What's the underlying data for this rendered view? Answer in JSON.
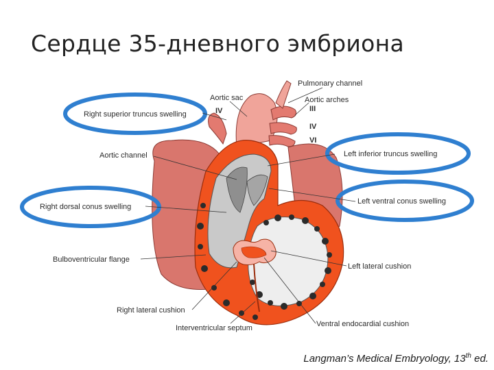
{
  "title": "Сердце 35-дневного эмбриона",
  "labels": {
    "pulmonary_channel": "Pulmonary channel",
    "aortic_sac": "Aortic sac",
    "aortic_arches": "Aortic arches",
    "right_superior_truncus_swelling": "Right superior truncus swelling",
    "left_inferior_truncus_swelling": "Left inferior truncus swelling",
    "aortic_channel": "Aortic channel",
    "right_dorsal_conus_swelling": "Right dorsal conus swelling",
    "left_ventral_conus_swelling": "Left ventral conus swelling",
    "bulboventricular_flange": "Bulboventricular flange",
    "left_lateral_cushion": "Left lateral cushion",
    "right_lateral_cushion": "Right lateral cushion",
    "ventral_endocardial_cushion": "Ventral endocardial cushion",
    "interventricular_septum": "Interventricular septum"
  },
  "arch_numbers": {
    "arch_iv_left": "IV",
    "arch_iii": "III",
    "arch_iv_right": "IV",
    "arch_vi": "VI"
  },
  "citation": {
    "text": "Langman’s Medical Embryology, 13",
    "sup": "th",
    "suffix": " ed."
  },
  "colors": {
    "highlight_ellipse": "#2f7fd0",
    "tissue_orange": "#f0521e",
    "atrium_red": "#d9766d",
    "vessel_pink": "#f2a8a0",
    "lumen_gray": "#bfbfbf",
    "cushion_pink": "#f6b3a6"
  }
}
